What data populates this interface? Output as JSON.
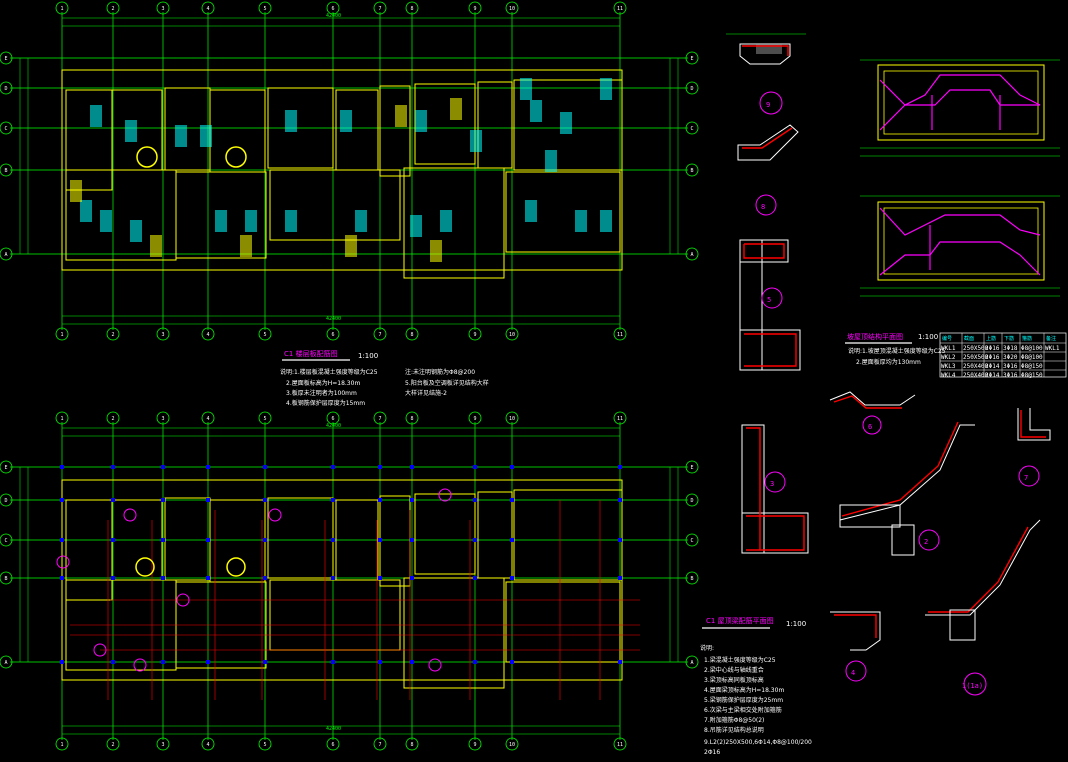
{
  "colors": {
    "background": "#000000",
    "grid": "#00ff00",
    "wall": "#ffff00",
    "tag": "#00ffff",
    "reinforcement": "#ff0000",
    "title": "#ff00ff",
    "column": "#0000ff"
  },
  "plan_top": {
    "title": "C1 楼层板配筋图",
    "scale": "1:100",
    "overall_dim": "42400",
    "axes_x": [
      "1",
      "2",
      "3",
      "4",
      "5",
      "6",
      "7",
      "8",
      "9",
      "10",
      "11"
    ],
    "axes_y": [
      "A",
      "B",
      "C",
      "D",
      "E"
    ],
    "notes_left": [
      "说明:1.楼层板混凝土强度等级为C25",
      "2.屋面板标高为H=18.30m",
      "3.板厚未注明者为100mm",
      "4.板钢筋保护层厚度为15mm"
    ],
    "notes_right": [
      "注:未注明钢筋为Φ8@200",
      "5.阳台板及空调板详见结构大样",
      "  大样详见结施-2"
    ]
  },
  "plan_bottom": {
    "title": "C1 屋顶梁配筋平面图",
    "scale": "1:100",
    "overall_dim": "42400",
    "notes": [
      "说明:",
      "1.梁混凝土强度等级为C25",
      "2.梁中心线与轴线重合",
      "3.梁顶标高同板顶标高",
      "4.屋面梁顶标高为H=18.30m",
      "5.梁钢筋保护层厚度为25mm",
      "6.次梁与主梁相交处附加箍筋",
      "7.附加箍筋Φ8@50(2)",
      "8.吊筋详见结构总说明",
      "9.L2(2)250X500,6Φ14,Φ8@100/200",
      "  2Φ16"
    ]
  },
  "roof_detail": {
    "title": "坡屋顶结构平面图",
    "scale": "1:100",
    "notes": [
      "说明:1.坡屋顶混凝土强度等级为C25",
      "2.屋面板厚均为130mm"
    ],
    "table_headers": [
      "编号",
      "截面",
      "上筋",
      "下筋",
      "箍筋",
      "备注"
    ],
    "table_rows": [
      [
        "WKL1",
        "250X500",
        "2Φ16",
        "3Φ18",
        "Φ8@100",
        "WKL1"
      ],
      [
        "WKL2",
        "250X500",
        "2Φ16",
        "3Φ20",
        "Φ8@100",
        ""
      ],
      [
        "WKL3",
        "250X400",
        "2Φ14",
        "3Φ16",
        "Φ8@150",
        ""
      ],
      [
        "WKL4",
        "250X400",
        "2Φ14",
        "3Φ16",
        "Φ8@150",
        ""
      ]
    ]
  },
  "sections": {
    "s9": "9",
    "s8": "8",
    "s5": "5",
    "s3": "3",
    "s6": "6",
    "s2": "2",
    "s7": "7",
    "s4": "4",
    "s1": "1(1a)"
  }
}
